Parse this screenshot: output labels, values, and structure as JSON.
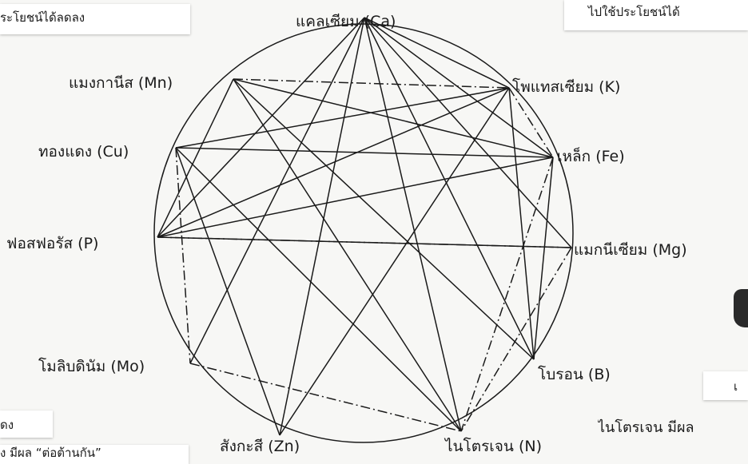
{
  "captions": {
    "top_left": "ระโยชน์ได้ลดลง",
    "top_right": "ไปใช้ประโยชน์ได้",
    "left_edge": "ดง",
    "bottom_left": "ง มีผล “ต่อต้านกัน”",
    "bottom_right_tag": "เ",
    "nitrogen_note": "ไนโตรเจน มีผล"
  },
  "nutrients": [
    {
      "id": "ca",
      "label": "แคลเซียม (Ca)"
    },
    {
      "id": "k",
      "label": "โพแทสเซียม (K)"
    },
    {
      "id": "fe",
      "label": "เหล็ก (Fe)"
    },
    {
      "id": "mg",
      "label": "แมกนีเซียม (Mg)"
    },
    {
      "id": "b",
      "label": "โบรอน (B)"
    },
    {
      "id": "n",
      "label": "ไนโตรเจน (N)"
    },
    {
      "id": "zn",
      "label": "สังกะสี (Zn)"
    },
    {
      "id": "mo",
      "label": "โมลิบดินัม (Mo)"
    },
    {
      "id": "p",
      "label": "ฟอสฟอรัส (P)"
    },
    {
      "id": "cu",
      "label": "ทองแดง (Cu)"
    },
    {
      "id": "mn",
      "label": "แมงกานีส (Mn)"
    }
  ],
  "links_solid": [
    [
      "ca",
      "k"
    ],
    [
      "ca",
      "fe"
    ],
    [
      "ca",
      "mg"
    ],
    [
      "ca",
      "b"
    ],
    [
      "ca",
      "n"
    ],
    [
      "ca",
      "zn"
    ],
    [
      "ca",
      "p"
    ],
    [
      "ca",
      "mo"
    ],
    [
      "mn",
      "fe"
    ],
    [
      "cu",
      "fe"
    ],
    [
      "p",
      "fe"
    ],
    [
      "p",
      "k"
    ],
    [
      "cu",
      "k"
    ],
    [
      "k",
      "zn"
    ],
    [
      "k",
      "b"
    ],
    [
      "cu",
      "zn"
    ],
    [
      "cu",
      "n"
    ],
    [
      "mn",
      "p"
    ],
    [
      "mn",
      "b"
    ],
    [
      "p",
      "mg"
    ],
    [
      "mn",
      "n"
    ],
    [
      "fe",
      "b"
    ]
  ],
  "links_dashdot": [
    [
      "mn",
      "k"
    ],
    [
      "p",
      "mg"
    ],
    [
      "k",
      "fe"
    ],
    [
      "mg",
      "n"
    ],
    [
      "mo",
      "n"
    ],
    [
      "cu",
      "mo"
    ],
    [
      "fe",
      "n"
    ]
  ],
  "colors": {
    "line": "#1a1a1a",
    "background": "#f7f7f5",
    "tag": "#ffffff"
  }
}
